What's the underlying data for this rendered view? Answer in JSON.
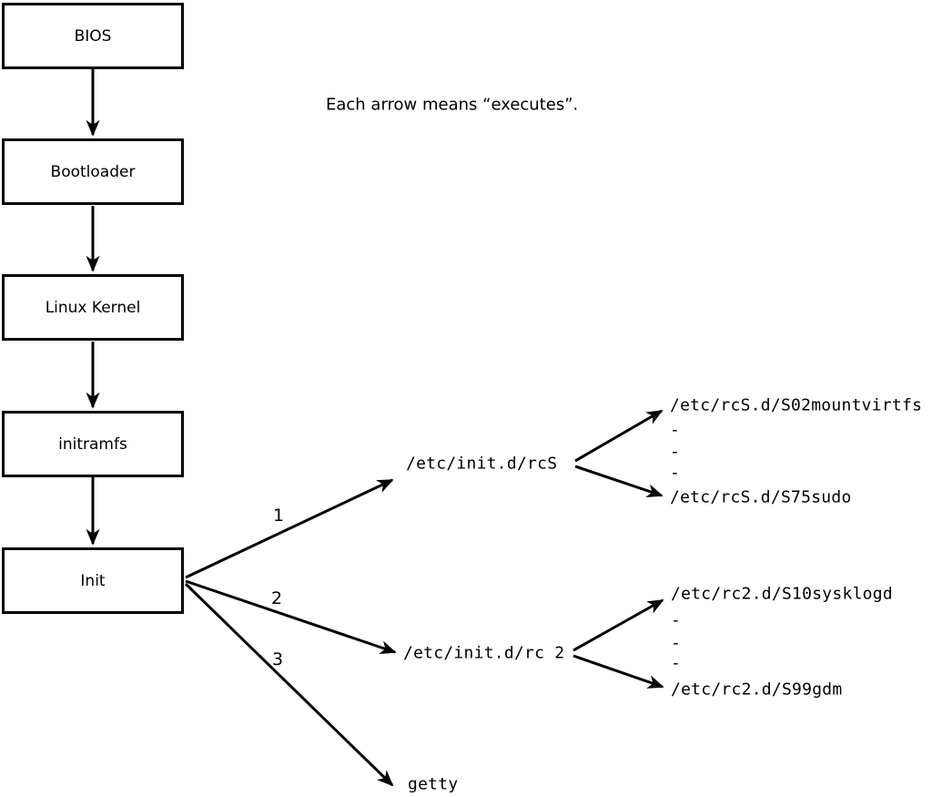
{
  "diagram": {
    "note": "Each arrow means “executes”.",
    "flow_boxes": [
      {
        "label": "BIOS"
      },
      {
        "label": "Bootloader"
      },
      {
        "label": "Linux Kernel"
      },
      {
        "label": "initramfs"
      },
      {
        "label": "Init"
      }
    ],
    "init_arrows": [
      {
        "number": "1",
        "target": "/etc/init.d/rcS"
      },
      {
        "number": "2",
        "target": "/etc/init.d/rc 2"
      },
      {
        "number": "3",
        "target": "getty"
      }
    ],
    "rcS_scripts": [
      "/etc/rcS.d/S02mountvirtfs",
      "-",
      "-",
      "-",
      "/etc/rcS.d/S75sudo"
    ],
    "rc2_scripts": [
      "/etc/rc2.d/S10sysklogd",
      "-",
      "-",
      "-",
      "/etc/rc2.d/S99gdm"
    ],
    "colors": {
      "line": "#000000",
      "background": "#ffffff"
    }
  }
}
